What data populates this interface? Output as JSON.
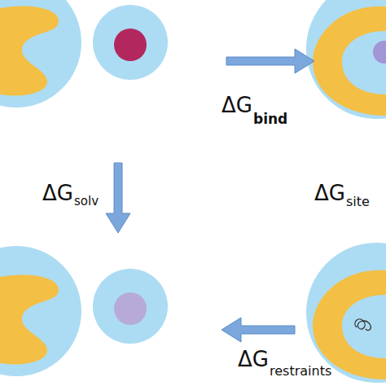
{
  "diagram": {
    "labels": [
      "ΔG",
      "bind",
      "ΔG",
      "solv",
      "ΔG",
      "site",
      "ΔG",
      "restraints"
    ]
  }
}
